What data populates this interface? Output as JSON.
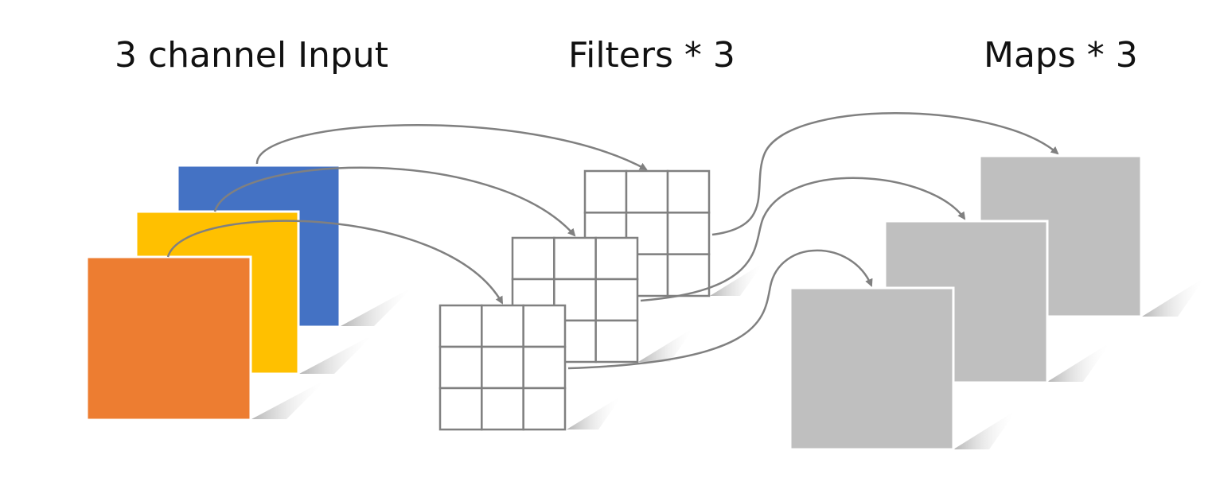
{
  "headings": {
    "input": "3 channel Input",
    "filters": "Filters * 3",
    "maps": "Maps * 3"
  },
  "input_channels": [
    {
      "name": "channel-blue",
      "color": "#4472C4"
    },
    {
      "name": "channel-yellow",
      "color": "#FFC000"
    },
    {
      "name": "channel-orange",
      "color": "#ED7D31"
    }
  ],
  "filters": {
    "count": 3,
    "grid": "3x3",
    "line_color": "#808080"
  },
  "maps": {
    "count": 3,
    "color": "#BFBFBF"
  },
  "arrow_color": "#808080"
}
